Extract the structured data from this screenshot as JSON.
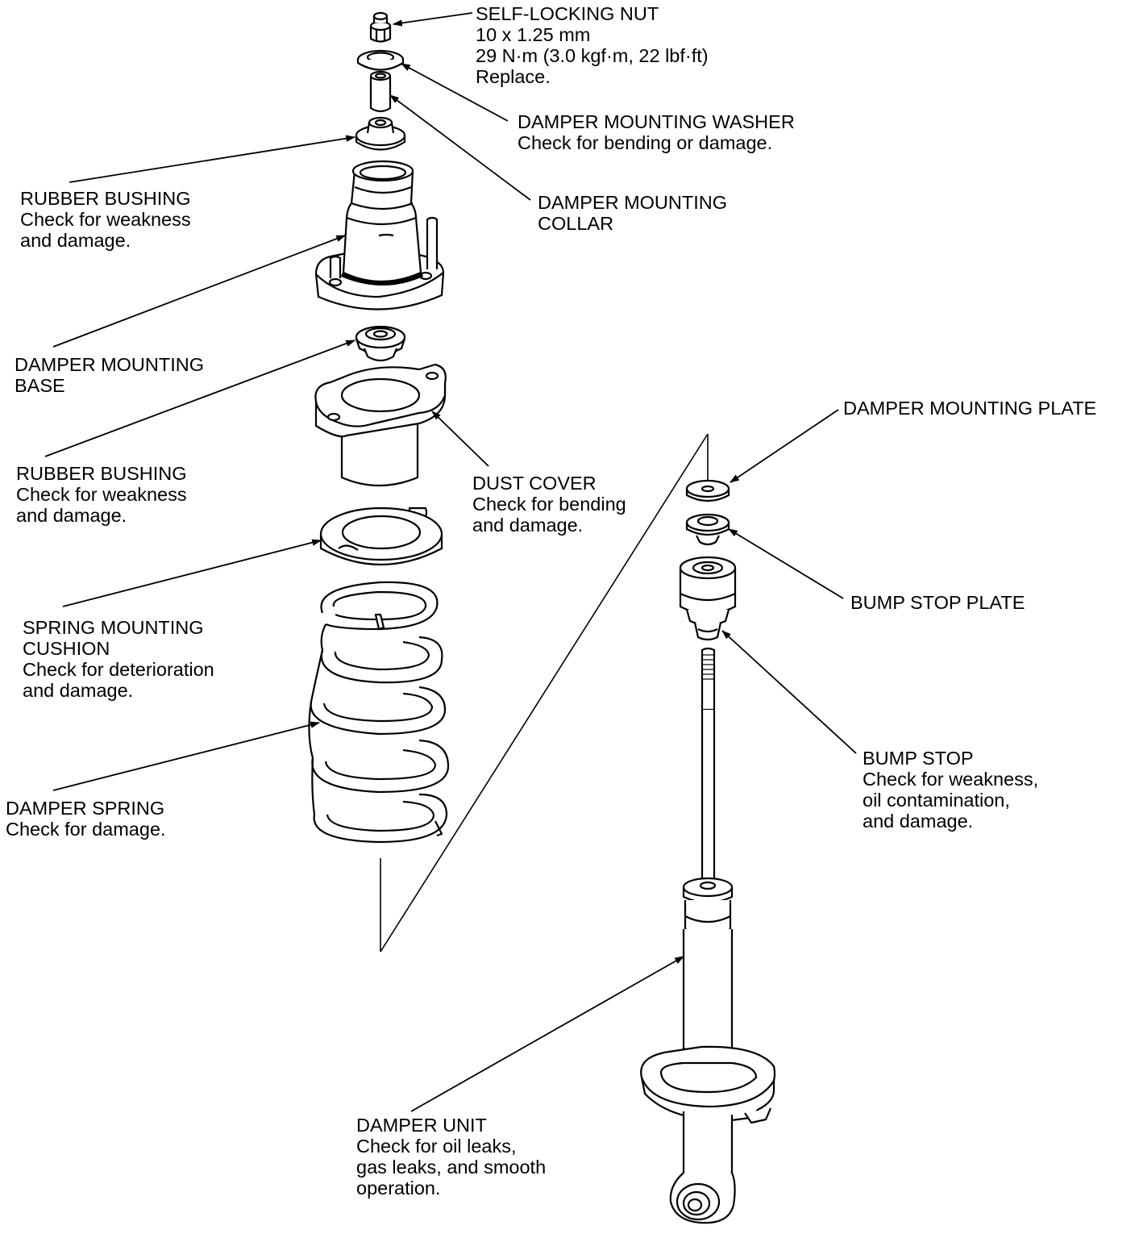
{
  "callouts": {
    "self_locking_nut": [
      "SELF-LOCKING NUT",
      "10 x 1.25 mm",
      "29 N·m (3.0 kgf·m, 22 lbf·ft)",
      "Replace."
    ],
    "damper_mounting_washer": [
      "DAMPER MOUNTING WASHER",
      "Check for bending or damage."
    ],
    "damper_mounting_collar": [
      "DAMPER MOUNTING",
      "COLLAR"
    ],
    "rubber_bushing_upper": [
      "RUBBER BUSHING",
      "Check for weakness",
      "and damage."
    ],
    "damper_mounting_base": [
      "DAMPER MOUNTING",
      "BASE"
    ],
    "rubber_bushing_lower": [
      "RUBBER BUSHING",
      "Check for weakness",
      "and damage."
    ],
    "dust_cover": [
      "DUST COVER",
      "Check for bending",
      "and damage."
    ],
    "spring_mounting_cushion": [
      "SPRING MOUNTING",
      "CUSHION",
      "Check for deterioration",
      "and damage."
    ],
    "damper_spring": [
      "DAMPER SPRING",
      "Check for damage."
    ],
    "damper_mounting_plate": [
      "DAMPER MOUNTING PLATE"
    ],
    "bump_stop_plate": [
      "BUMP STOP PLATE"
    ],
    "bump_stop": [
      "BUMP STOP",
      "Check for weakness,",
      "oil contamination,",
      "and damage."
    ],
    "damper_unit": [
      "DAMPER UNIT",
      "Check for oil leaks,",
      "gas leaks, and smooth",
      "operation."
    ]
  },
  "colors": {
    "ink": "#000000",
    "paper": "#ffffff"
  }
}
